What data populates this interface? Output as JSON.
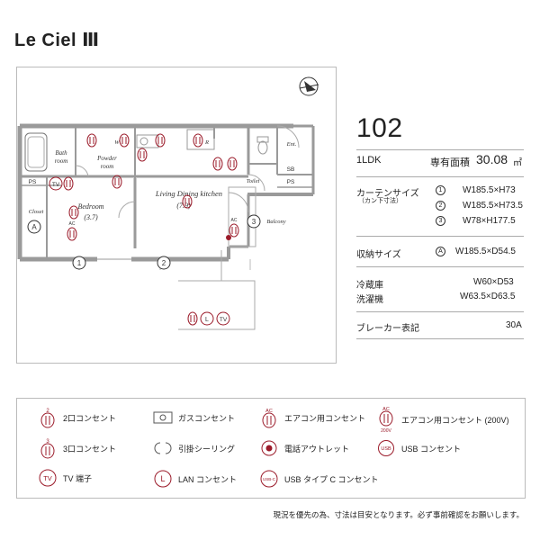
{
  "property": {
    "name": "Le Ciel Ⅲ"
  },
  "unit": {
    "number": "102",
    "layout": "1LDK",
    "area_label": "専有面積",
    "area_value": "30.08",
    "area_unit": "㎡"
  },
  "floorplan": {
    "rooms": {
      "bath": [
        "Bath",
        "room"
      ],
      "powder": [
        "Powder",
        "room"
      ],
      "ldk": "Living Dining kitchen",
      "ldk_size": "(7.9)",
      "bedroom": "Bedroom",
      "bedroom_size": "(3.7)",
      "closet": "Closet",
      "toilet": "Toilet",
      "ent": "Ent.",
      "balcony": "Balcony",
      "ps_left": "PS",
      "ps_right": "PS",
      "sb": "SB",
      "w": "W",
      "r": "R"
    },
    "window_markers": [
      "1",
      "2",
      "3"
    ],
    "storage_marker": "A",
    "outlet_marks": {
      "two": "2",
      "three": "3",
      "ac": "AC",
      "tv": "TV",
      "lan": "L"
    }
  },
  "specs": {
    "curtain_label": "カーテンサイズ",
    "curtain_sub": "（カン下寸法）",
    "curtains": [
      {
        "marker": "1",
        "size": "W185.5×H73"
      },
      {
        "marker": "2",
        "size": "W185.5×H73.5"
      },
      {
        "marker": "3",
        "size": "W78×H177.5"
      }
    ],
    "storage_label": "収納サイズ",
    "storage": {
      "marker": "A",
      "size": "W185.5×D54.5"
    },
    "fridge_label": "冷蔵庫",
    "fridge_size": "W60×D53",
    "washer_label": "洗濯機",
    "washer_size": "W63.5×D63.5",
    "breaker_label": "ブレーカー表記",
    "breaker_value": "30A"
  },
  "legend": {
    "outlet_2": "2口コンセント",
    "outlet_3": "3口コンセント",
    "tv": "TV 端子",
    "gas": "ガスコンセント",
    "ceiling": "引掛シーリング",
    "lan": "LAN コンセント",
    "ac": "エアコン用コンセント",
    "phone": "電話アウトレット",
    "usbc": "USB タイプ C コンセント",
    "ac200": "エアコン用コンセント (200V)",
    "usb": "USB コンセント",
    "icon_text": {
      "two": "2",
      "three": "3",
      "tv": "TV",
      "lan": "L",
      "ac": "AC",
      "v200": "200V",
      "usb": "USB",
      "usbc": "USB-C"
    }
  },
  "footnote": "現況を優先の為、寸法は目安となります。必ず事前確認をお願いします。",
  "colors": {
    "outlet": "#9b1b2a",
    "wall": "#9a9a9a",
    "text": "#222222"
  }
}
